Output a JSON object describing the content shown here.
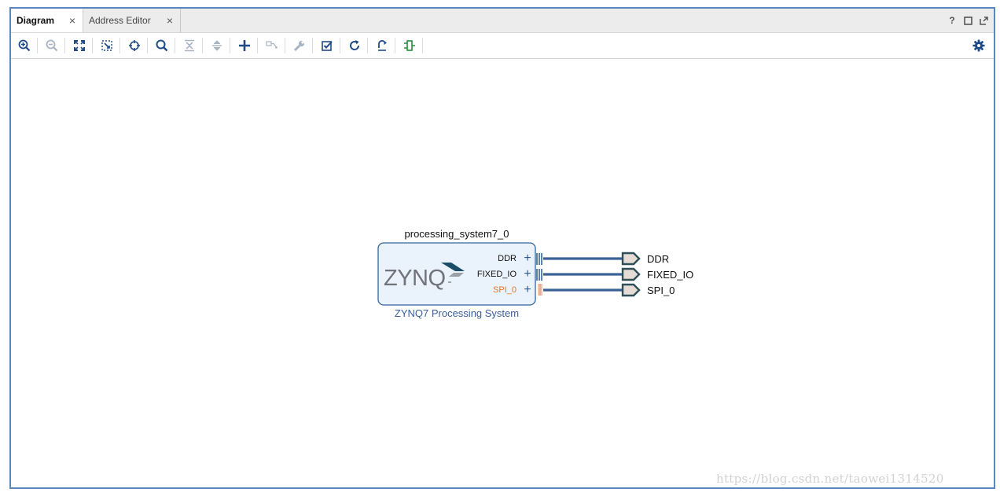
{
  "tabs": [
    {
      "label": "Diagram",
      "active": true
    },
    {
      "label": "Address Editor",
      "active": false
    }
  ],
  "tab_close_glyph": "×",
  "window_controls": [
    "help-icon",
    "restore-icon",
    "float-icon"
  ],
  "toolbar_icons": [
    "zoom-in-icon",
    "zoom-out-icon",
    "zoom-fit-icon",
    "zoom-area-icon",
    "autofit-selection-icon",
    "search-icon",
    "collapse-all-icon",
    "expand-all-icon",
    "add-ip-icon",
    "make-connection-icon",
    "customize-icon",
    "validate-design-icon",
    "refresh-icon",
    "regenerate-layout-icon",
    "optimize-routing-icon"
  ],
  "settings_icon": "gear-icon",
  "block": {
    "instance_name": "processing_system7_0",
    "type_name": "ZYNQ7 Processing System",
    "logo_text": "ZYNQ",
    "ports": [
      {
        "name": "DDR",
        "highlight": false
      },
      {
        "name": "FIXED_IO",
        "highlight": false
      },
      {
        "name": "SPI_0",
        "highlight": true
      }
    ],
    "expand_glyph": "+"
  },
  "external_ports": [
    "DDR",
    "FIXED_IO",
    "SPI_0"
  ],
  "watermark": "https://blog.csdn.net/taowei1314520",
  "colors": {
    "frame_border": "#5b87bf",
    "block_fill": "#eaf2fb",
    "block_border": "#33639c",
    "wire": "#3b6296",
    "port_fill": "#e6dcd6",
    "port_stroke": "#2e4f57",
    "spi_label": "#e0782c",
    "type_label": "#3a5f9a",
    "icon": "#1e4b86"
  }
}
